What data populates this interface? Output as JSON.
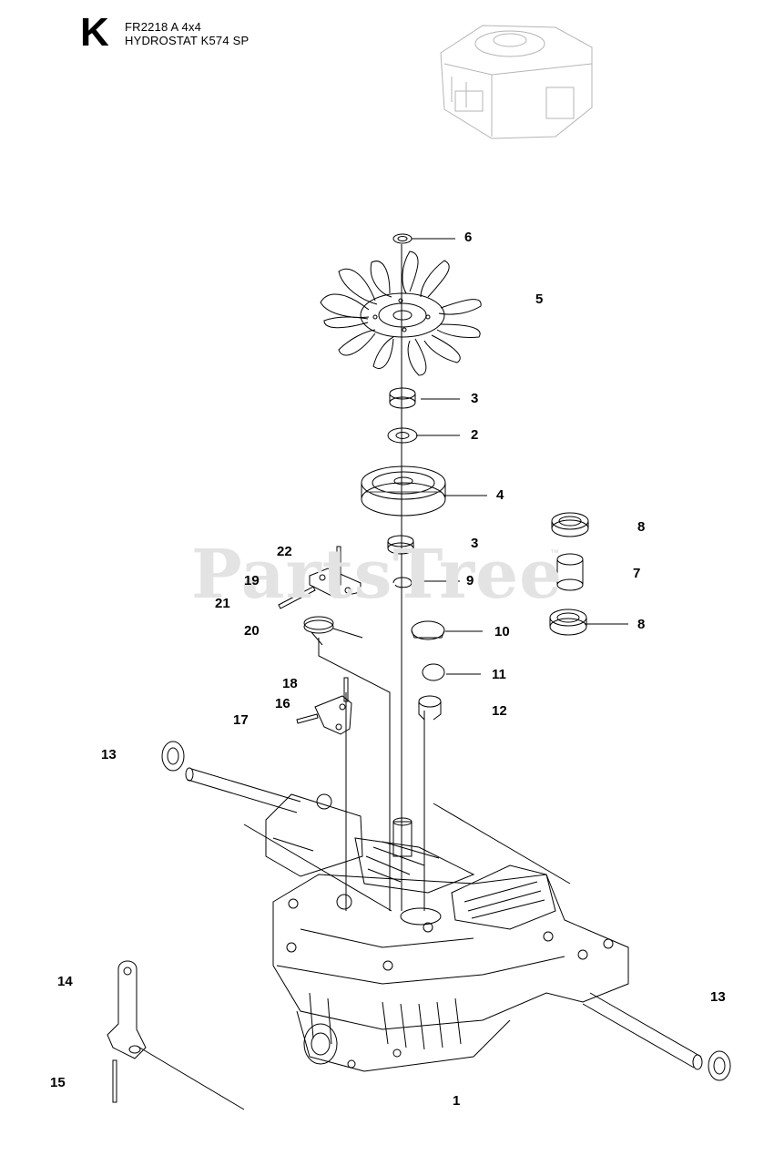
{
  "header": {
    "section_letter": "K",
    "model": "FR2218 A 4x4",
    "assembly": "HYDROSTAT K574 SP"
  },
  "watermark": {
    "text": "PartsTree",
    "mark": "™"
  },
  "callouts": [
    {
      "id": "c6",
      "label": "6"
    },
    {
      "id": "c5",
      "label": "5"
    },
    {
      "id": "c3a",
      "label": "3"
    },
    {
      "id": "c2",
      "label": "2"
    },
    {
      "id": "c4",
      "label": "4"
    },
    {
      "id": "c3b",
      "label": "3"
    },
    {
      "id": "c9",
      "label": "9"
    },
    {
      "id": "c8a",
      "label": "8"
    },
    {
      "id": "c7",
      "label": "7"
    },
    {
      "id": "c8b",
      "label": "8"
    },
    {
      "id": "c22",
      "label": "22"
    },
    {
      "id": "c19",
      "label": "19"
    },
    {
      "id": "c21",
      "label": "21"
    },
    {
      "id": "c20",
      "label": "20"
    },
    {
      "id": "c10",
      "label": "10"
    },
    {
      "id": "c11",
      "label": "11"
    },
    {
      "id": "c12",
      "label": "12"
    },
    {
      "id": "c18",
      "label": "18"
    },
    {
      "id": "c16",
      "label": "16"
    },
    {
      "id": "c17",
      "label": "17"
    },
    {
      "id": "c13a",
      "label": "13"
    },
    {
      "id": "c14",
      "label": "14"
    },
    {
      "id": "c13b",
      "label": "13"
    },
    {
      "id": "c15",
      "label": "15"
    },
    {
      "id": "c1",
      "label": "1"
    }
  ]
}
